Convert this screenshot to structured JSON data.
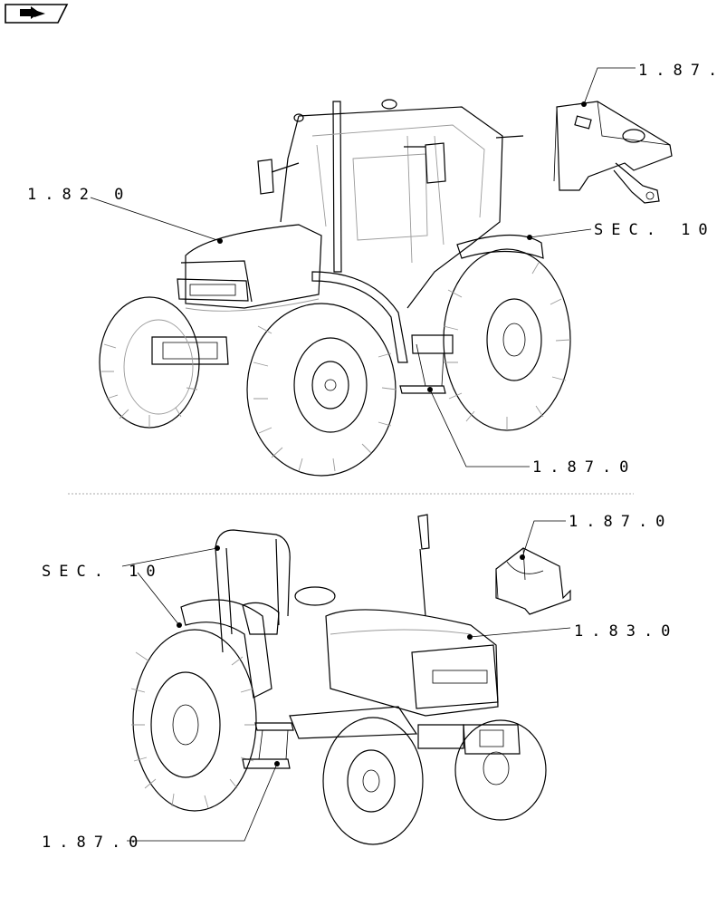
{
  "nav_icon": "back-arrow-icon",
  "top": {
    "label_body": "1.82 0",
    "label_bracket": "1.87.",
    "label_sec": "SEC. 10",
    "label_step": "1.87.0"
  },
  "bottom": {
    "label_sec": "SEC. 10",
    "label_bracket": "1.87.0",
    "label_hood": "1.83.0",
    "label_step": "1.87.0"
  }
}
